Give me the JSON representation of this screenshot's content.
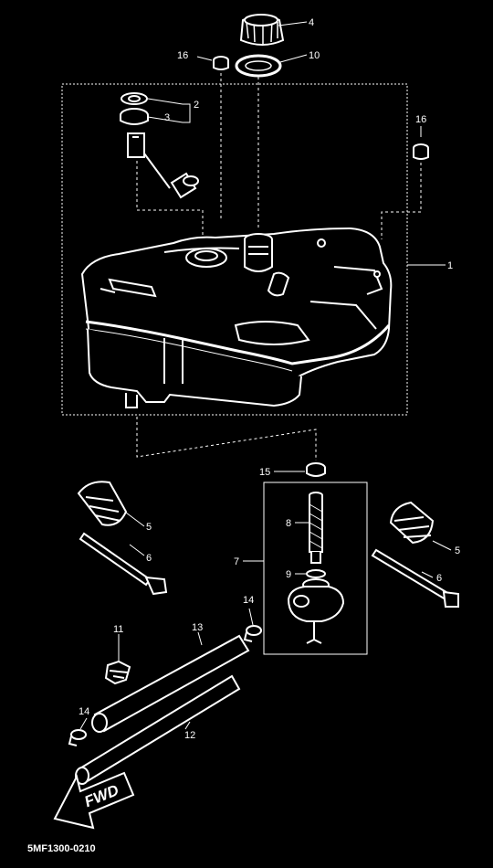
{
  "diagram": {
    "code": "5MF1300-0210",
    "fwd_label": "FWD",
    "callouts": {
      "c4": "4",
      "c16a": "16",
      "c10": "10",
      "c2": "2",
      "c3": "3",
      "c16b": "16",
      "c1": "1",
      "c15": "15",
      "c5a": "5",
      "c5b": "5",
      "c6a": "6",
      "c6b": "6",
      "c7": "7",
      "c8": "8",
      "c9": "9",
      "c14a": "14",
      "c14b": "14",
      "c11": "11",
      "c13": "13",
      "c12": "12"
    }
  }
}
